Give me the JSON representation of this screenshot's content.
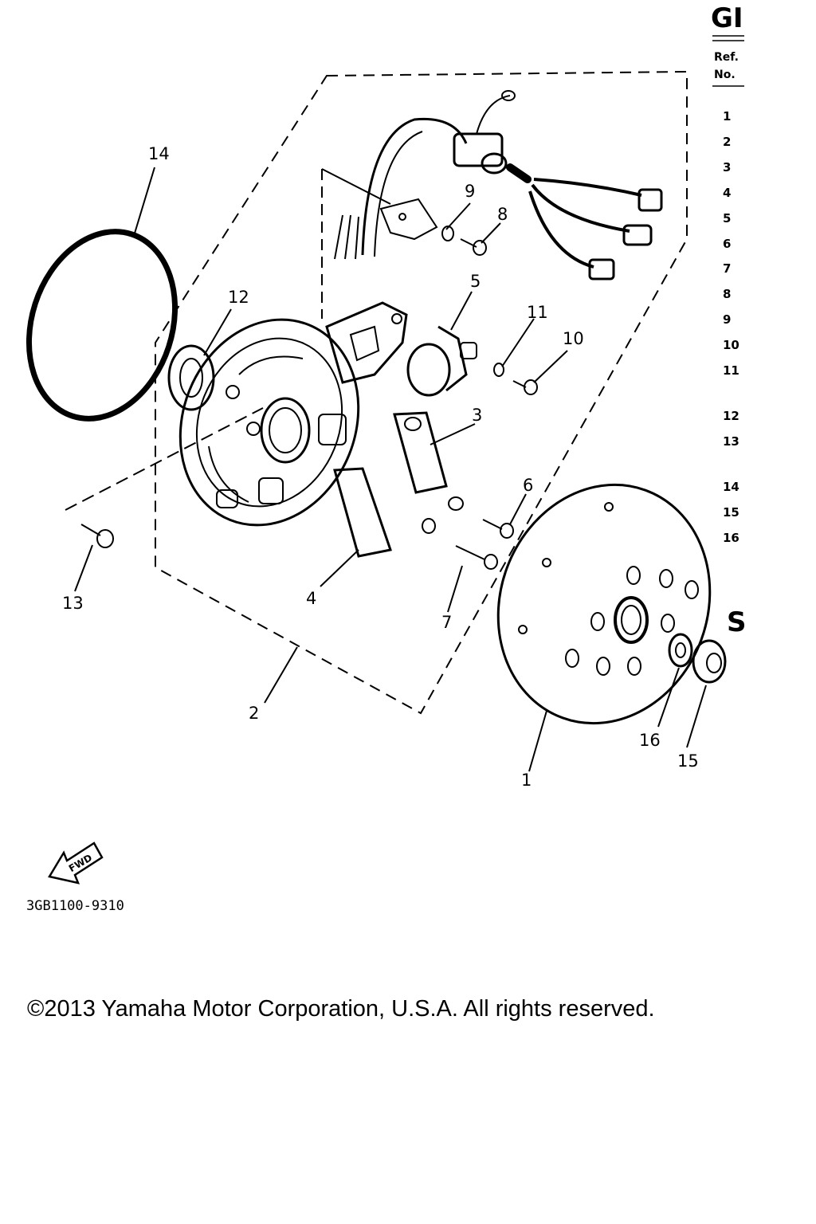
{
  "callouts": {
    "n1": "1",
    "n2": "2",
    "n3": "3",
    "n4": "4",
    "n5": "5",
    "n6": "6",
    "n7": "7",
    "n8": "8",
    "n9": "9",
    "n10": "10",
    "n11": "11",
    "n12": "12",
    "n13": "13",
    "n14": "14",
    "n15": "15",
    "n16": "16"
  },
  "fwd_label": "FWD",
  "part_code": "3GB1100-9310",
  "copyright": "©2013 Yamaha Motor Corporation, U.S.A. All rights reserved.",
  "side_table": {
    "title_fragment": "GI",
    "header_ref": "Ref.",
    "header_no": "No.",
    "rows": [
      "1",
      "2",
      "3",
      "4",
      "5",
      "6",
      "7",
      "8",
      "9",
      "10",
      "11",
      "12",
      "13",
      "14",
      "15",
      "16"
    ],
    "section_fragment": "S"
  }
}
